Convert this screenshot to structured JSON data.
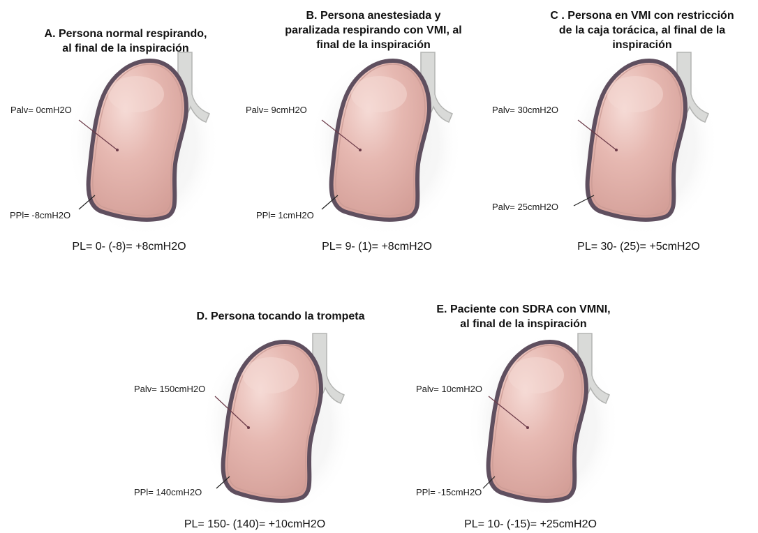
{
  "panels": [
    {
      "id": "A",
      "title": "A. Persona normal respirando,\nal final de la inspiración",
      "alveolar_label": "Palv= 0cmH2O",
      "pleural_label": "PPl= -8cmH2O",
      "formula": "PL= 0- (-8)= +8cmH2O"
    },
    {
      "id": "B",
      "title": "B. Persona anestesiada y\nparalizada respirando con VMI, al\nfinal de la inspiración",
      "alveolar_label": "Palv= 9cmH2O",
      "pleural_label": "PPl= 1cmH2O",
      "formula": "PL= 9- (1)= +8cmH2O"
    },
    {
      "id": "C",
      "title": "C . Persona en VMI con restricción\nde la caja torácica, al final de la\ninspiración",
      "alveolar_label": "Palv= 30cmH2O",
      "pleural_label": "Palv= 25cmH2O",
      "formula": "PL= 30- (25)= +5cmH2O"
    },
    {
      "id": "D",
      "title": "D. Persona tocando la trompeta",
      "alveolar_label": "Palv= 150cmH2O",
      "pleural_label": "PPl= 140cmH2O",
      "formula": "PL= 150- (140)= +10cmH2O"
    },
    {
      "id": "E",
      "title": "E. Paciente con SDRA con VMNI,\nal final de la inspiración",
      "alveolar_label": "Palv= 10cmH2O",
      "pleural_label": "PPl= -15cmH2O",
      "formula": "PL= 10- (-15)= +25cmH2O"
    }
  ],
  "colors": {
    "lung_fill": "#e4b3ad",
    "lung_highlight": "#f4d9d4",
    "pleura": "#5f4f5f",
    "airway": "#d9dad8",
    "airway_edge": "#b3b4b2",
    "halo": "#eeeeee",
    "pointer": "#6b3a48"
  }
}
